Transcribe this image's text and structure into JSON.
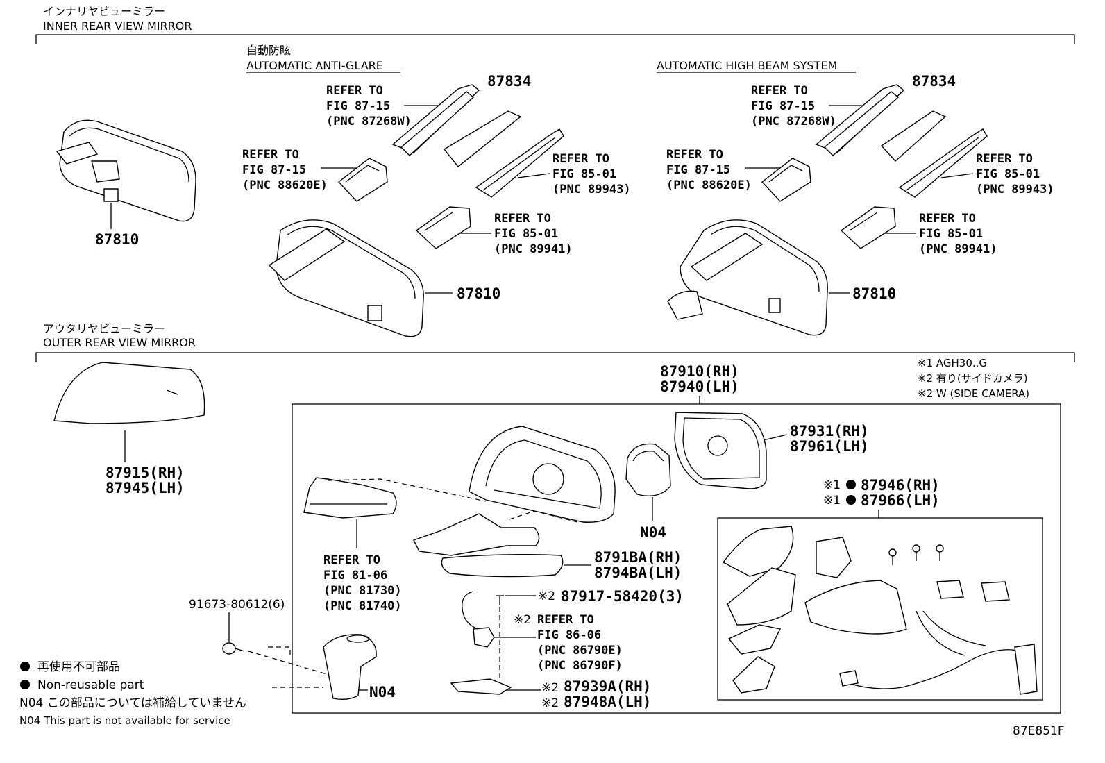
{
  "sections": {
    "inner": {
      "title_jp": "インナリヤビューミラー",
      "title_en": "INNER REAR VIEW MIRROR"
    },
    "outer": {
      "title_jp": "アウタリヤビューミラー",
      "title_en": "OUTER REAR VIEW MIRROR"
    }
  },
  "subsections": {
    "anti_glare_jp": "自動防眩",
    "anti_glare_en": "AUTOMATIC ANTI-GLARE",
    "high_beam_en": "AUTOMATIC HIGH BEAM SYSTEM"
  },
  "inner_left": {
    "part": "87810"
  },
  "anti_glare": {
    "cover": "87834",
    "mirror": "87810",
    "ref_cover": [
      "REFER TO",
      "FIG 87-15",
      "(PNC 87268W)"
    ],
    "ref_sensor": [
      "REFER TO",
      "FIG 87-15",
      "(PNC 88620E)"
    ],
    "ref_bracket": [
      "REFER TO",
      "FIG 85-01",
      "(PNC 89943)"
    ],
    "ref_camera": [
      "REFER TO",
      "FIG 85-01",
      "(PNC 89941)"
    ]
  },
  "high_beam": {
    "cover": "87834",
    "mirror": "87810",
    "ref_cover": [
      "REFER TO",
      "FIG 87-15",
      "(PNC 87268W)"
    ],
    "ref_sensor": [
      "REFER TO",
      "FIG 87-15",
      "(PNC 88620E)"
    ],
    "ref_bracket": [
      "REFER TO",
      "FIG 85-01",
      "(PNC 89943)"
    ],
    "ref_camera": [
      "REFER TO",
      "FIG 85-01",
      "(PNC 89941)"
    ]
  },
  "outer": {
    "cover": [
      "87915(RH)",
      "87945(LH)"
    ],
    "assembly": [
      "87910(RH)",
      "87940(LH)"
    ],
    "mirror_glass": [
      "87931(RH)",
      "87961(LH)"
    ],
    "motor": "N04",
    "lower_cover": [
      "8791BA(RH)",
      "8794BA(LH)"
    ],
    "ref_turn_lamp": [
      "REFER TO",
      "FIG 81-06",
      "(PNC 81730)",
      "(PNC 81740)"
    ],
    "screw": "91673-80612(6)",
    "bracket": "N04",
    "camera_screw": [
      "※2",
      "87917-58420(3)"
    ],
    "ref_camera": [
      "※2",
      "REFER TO",
      "FIG 86-06",
      "(PNC 86790E)",
      "(PNC 86790F)"
    ],
    "camera_cover": [
      [
        "※2",
        "87939A(RH)"
      ],
      [
        "※2",
        "87948A(LH)"
      ]
    ],
    "sub_assembly": [
      [
        "※1",
        "87946(RH)"
      ],
      [
        "※1",
        "87966(LH)"
      ]
    ]
  },
  "notes": [
    "※1 AGH30..G",
    "※2 有り(サイドカメラ)",
    "※2 W (SIDE CAMERA)"
  ],
  "legend": {
    "nonreusable_jp": "再使用不可部品",
    "nonreusable_en": "Non-reusable part",
    "n04_jp": "N04 この部品については補給していません",
    "n04_en": "N04 This part is not available for service"
  },
  "figure_code": "87E851F"
}
